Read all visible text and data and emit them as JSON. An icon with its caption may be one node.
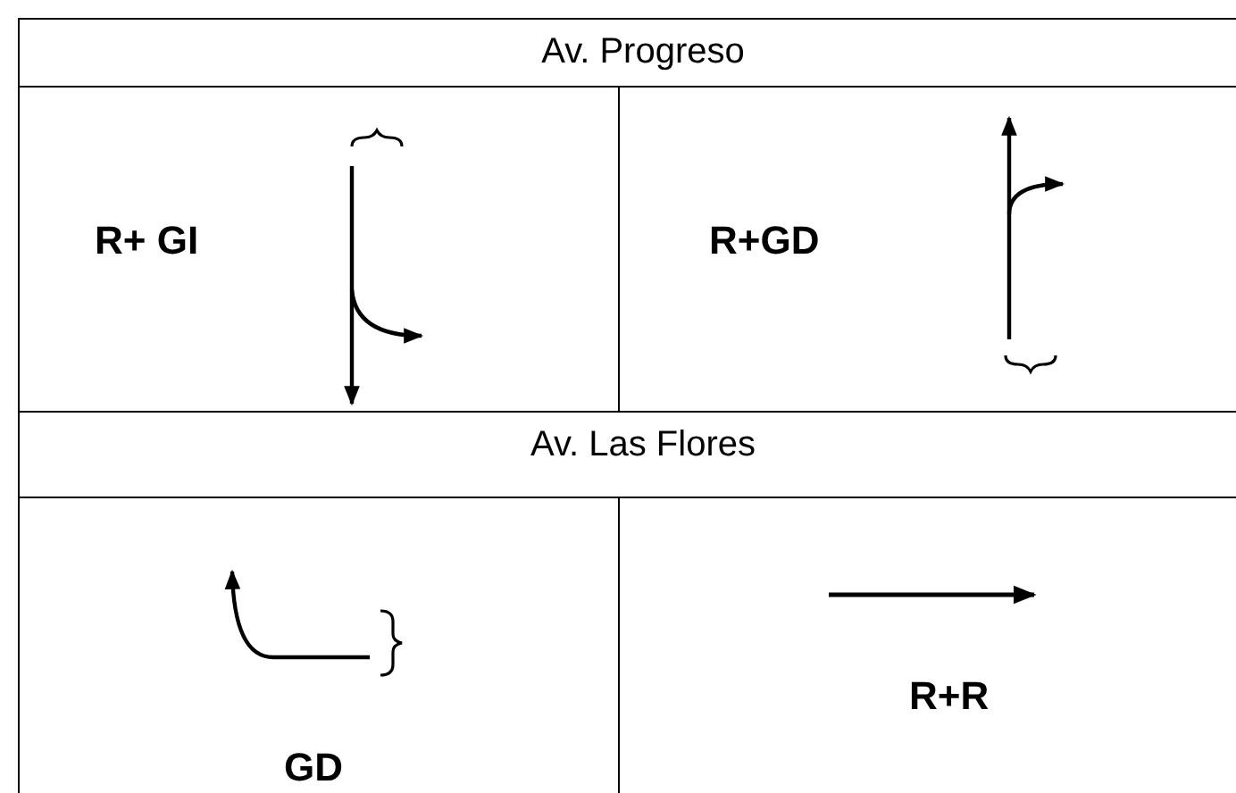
{
  "diagram": {
    "labels": [
      "Av. Progreso",
      "R+ GI",
      "R+GD",
      "Av. Las Flores",
      "GD",
      "R+R"
    ]
  }
}
